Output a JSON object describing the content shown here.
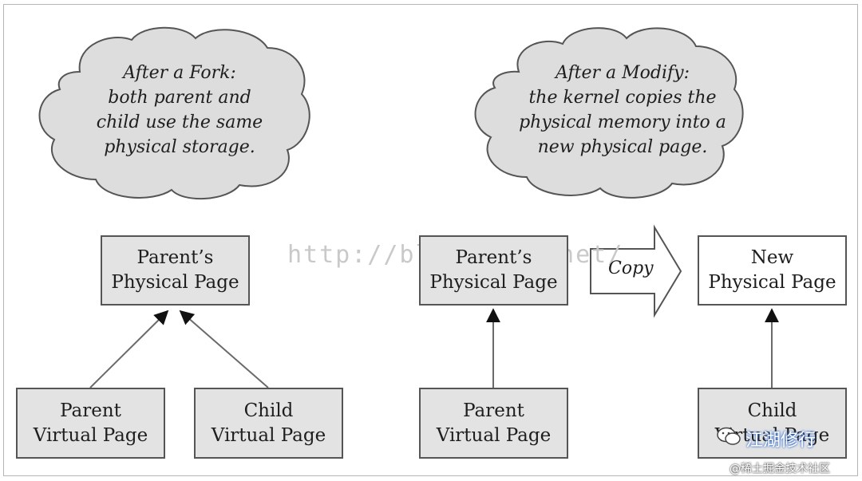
{
  "watermark_url": "http://blog.csdn.net/",
  "clouds": {
    "left": [
      "After a Fork:",
      "both parent and",
      "child use the same",
      "physical storage."
    ],
    "right": [
      "After a Modify:",
      "the kernel copies the",
      "physical memory into a",
      "new physical page."
    ]
  },
  "boxes": {
    "parent_physical_left": [
      "Parent’s",
      "Physical Page"
    ],
    "parent_virtual_left": [
      "Parent",
      "Virtual Page"
    ],
    "child_virtual_left": [
      "Child",
      "Virtual Page"
    ],
    "parent_physical_right": [
      "Parent’s",
      "Physical Page"
    ],
    "parent_virtual_right": [
      "Parent",
      "Virtual Page"
    ],
    "new_physical": [
      "New",
      "Physical Page"
    ],
    "child_virtual_right": [
      "Child",
      "Virtual Page"
    ]
  },
  "copy_label": "Copy",
  "brand": {
    "name": "江湖修行",
    "site": "@稀土掘金技术社区"
  }
}
